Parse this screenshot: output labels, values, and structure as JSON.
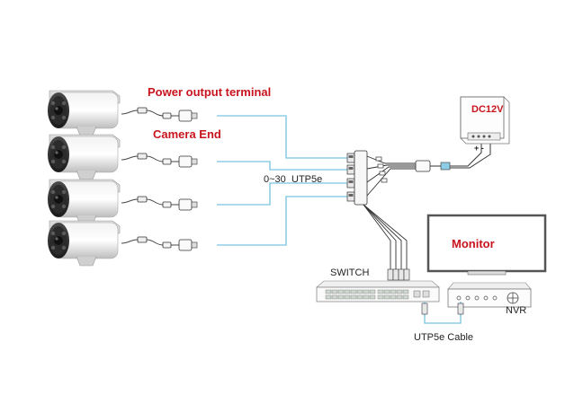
{
  "labels": {
    "power_output_terminal": "Power output terminal",
    "camera_end": "Camera End",
    "distance": "0~30",
    "utp5e": "UTP5e",
    "switch": "SWITCH",
    "monitor": "Monitor",
    "nvr": "NVR",
    "utp5e_cable": "UTP5e Cable",
    "power_supply": "DC12V",
    "polarity": "+ -"
  },
  "colors": {
    "accent_red": "#c8141e",
    "cable_blue": "#8fcde6",
    "line_dark": "#333333"
  },
  "cameras": [
    {
      "id": "camera-1"
    },
    {
      "id": "camera-2"
    },
    {
      "id": "camera-3"
    },
    {
      "id": "camera-4"
    }
  ]
}
